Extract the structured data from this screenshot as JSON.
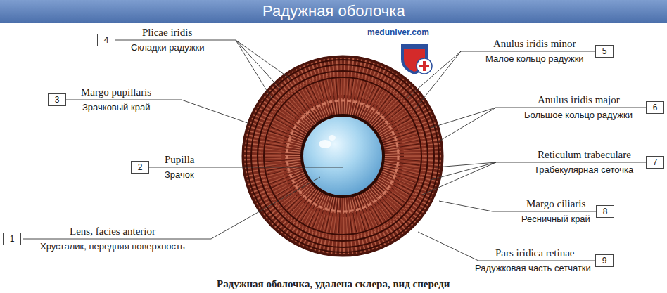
{
  "diagram": {
    "title": "Радужная оболочка",
    "caption": "Радужная оболочка, удалена склера, вид спереди",
    "nodes": [
      {
        "text": [
          "4"
        ]
      },
      {
        "text": [
          "5"
        ]
      },
      {
        "text": [
          "3"
        ]
      },
      {
        "text": [
          "6"
        ]
      },
      {
        "text": [
          "7"
        ]
      },
      {
        "text": [
          "2"
        ]
      },
      {
        "text": [
          "8"
        ]
      },
      {
        "text": [
          "1"
        ]
      },
      {
        "text": [
          "9"
        ]
      }
    ],
    "labels": [
      "Plicae iridis",
      "Складки радужки",
      "meduniver.com",
      "Anulus iridis minor",
      "Малое кольцо радужки",
      "Margo pupillaris",
      "Зрачковый край",
      "Anulus iridis major",
      "Большое кольцо радужки",
      "Reticulum trabeculare",
      "Трабекулярная сеточка",
      "Pupilla",
      "Зрачок",
      "Margo ciliaris",
      "Ресничный край",
      "Lens, facies anterior",
      "Хрусталик, передняя поверхность",
      "Pars iridica retinae",
      "Радужковая часть сетчатки"
    ]
  }
}
